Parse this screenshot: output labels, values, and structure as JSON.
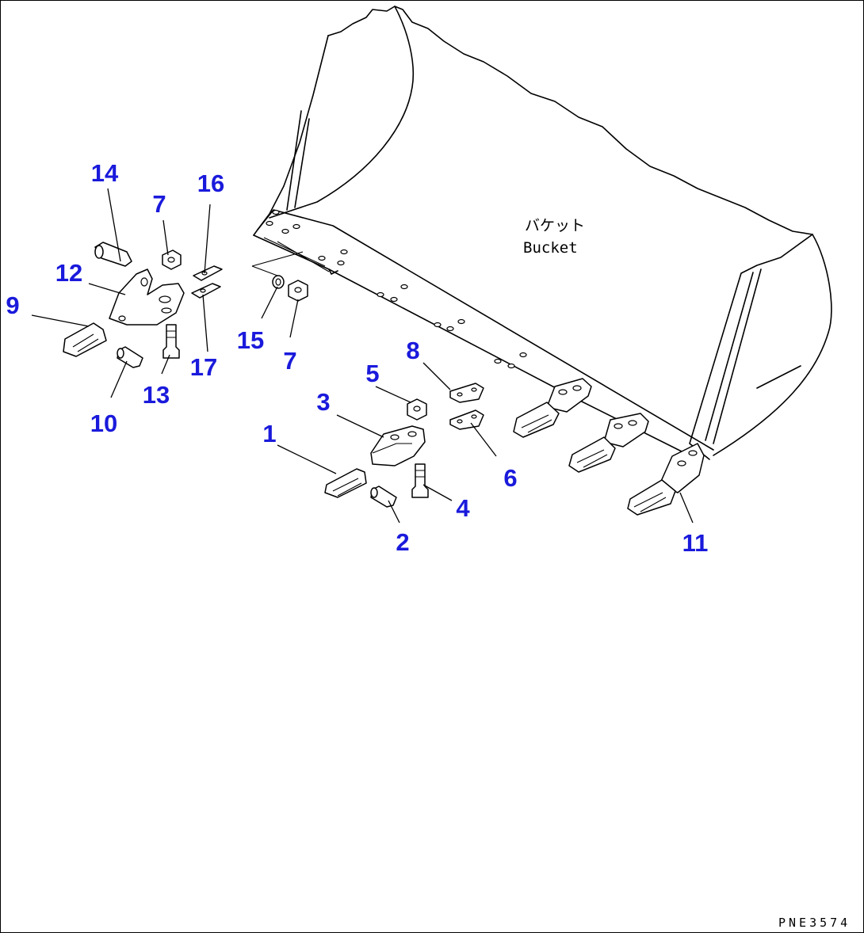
{
  "bucket": {
    "label_jp": "バケット",
    "label_en": "Bucket"
  },
  "callouts": [
    "14",
    "7",
    "16",
    "12",
    "9",
    "15",
    "7",
    "17",
    "13",
    "10",
    "8",
    "5",
    "3",
    "1",
    "6",
    "4",
    "2",
    "11"
  ],
  "drawing_code": "PNE3574",
  "colors": {
    "callout": "#1a1adc",
    "line": "#000000",
    "background": "#ffffff"
  }
}
